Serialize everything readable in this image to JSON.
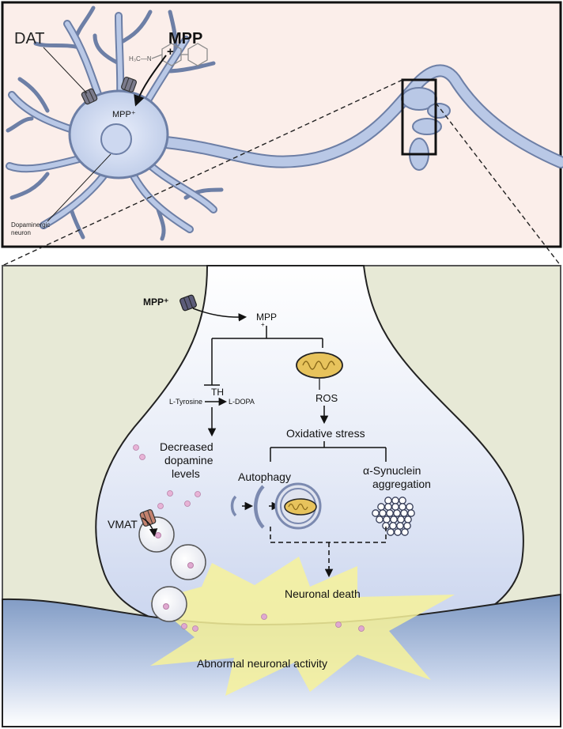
{
  "top_panel": {
    "dat_label": "DAT",
    "mpp_label": "MPP",
    "mpp_plus_sign": "+",
    "mpp_ion_label": "MPP⁺",
    "methyl_label": "H₃C—N",
    "neuron_caption_line1": "Dopaminergic",
    "neuron_caption_line2": "neuron"
  },
  "bottom_panel": {
    "mpp_ion_label": "MPP⁺",
    "mpp_inside_label": "MPP",
    "mpp_inside_plus": "+",
    "th_label": "TH",
    "l_tyrosine_label": "L-Tyrosine",
    "l_dopa_label": "L-DOPA",
    "ros_label": "ROS",
    "oxidative_stress_label": "Oxidative stress",
    "decreased_line1": "Decreased",
    "decreased_line2": "dopamine",
    "decreased_line3": "levels",
    "autophagy_label": "Autophagy",
    "synuclein_line1": "α-Synuclein",
    "synuclein_line2": "aggregation",
    "vmat_label": "VMAT",
    "neuronal_death_label": "Neuronal death",
    "abnormal_activity_label": "Abnormal neuronal activity"
  },
  "colors": {
    "top_background": "#fbeeea",
    "bottom_background": "#e7e9d6",
    "neuron_fill": "#b9c8e6",
    "neuron_stroke": "#6d7fa6",
    "terminal_fill_top": "#ffffff",
    "terminal_fill_bottom": "#c9d4ee",
    "postsynaptic_fill": "#7e99c3",
    "burst_fill": "#f7f29a",
    "mitochondria_fill": "#e7c35c",
    "vesicle_dot": "#e0a9d0"
  }
}
